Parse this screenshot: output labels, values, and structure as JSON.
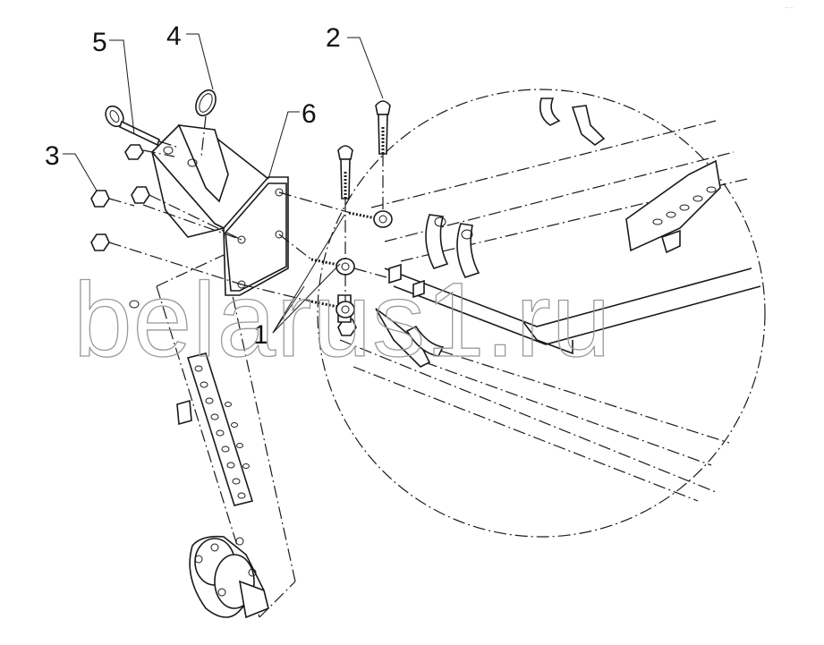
{
  "diagram": {
    "callouts": [
      {
        "id": "1",
        "label": "1"
      },
      {
        "id": "2",
        "label": "2"
      },
      {
        "id": "3",
        "label": "3"
      },
      {
        "id": "4",
        "label": "4"
      },
      {
        "id": "5",
        "label": "5"
      },
      {
        "id": "6",
        "label": "6"
      }
    ],
    "watermark": "belarus1.ru",
    "corner_mark": "·· ··"
  },
  "colors": {
    "line": "#1a1a1a",
    "watermark": "#9a9a9a",
    "background": "#ffffff"
  }
}
